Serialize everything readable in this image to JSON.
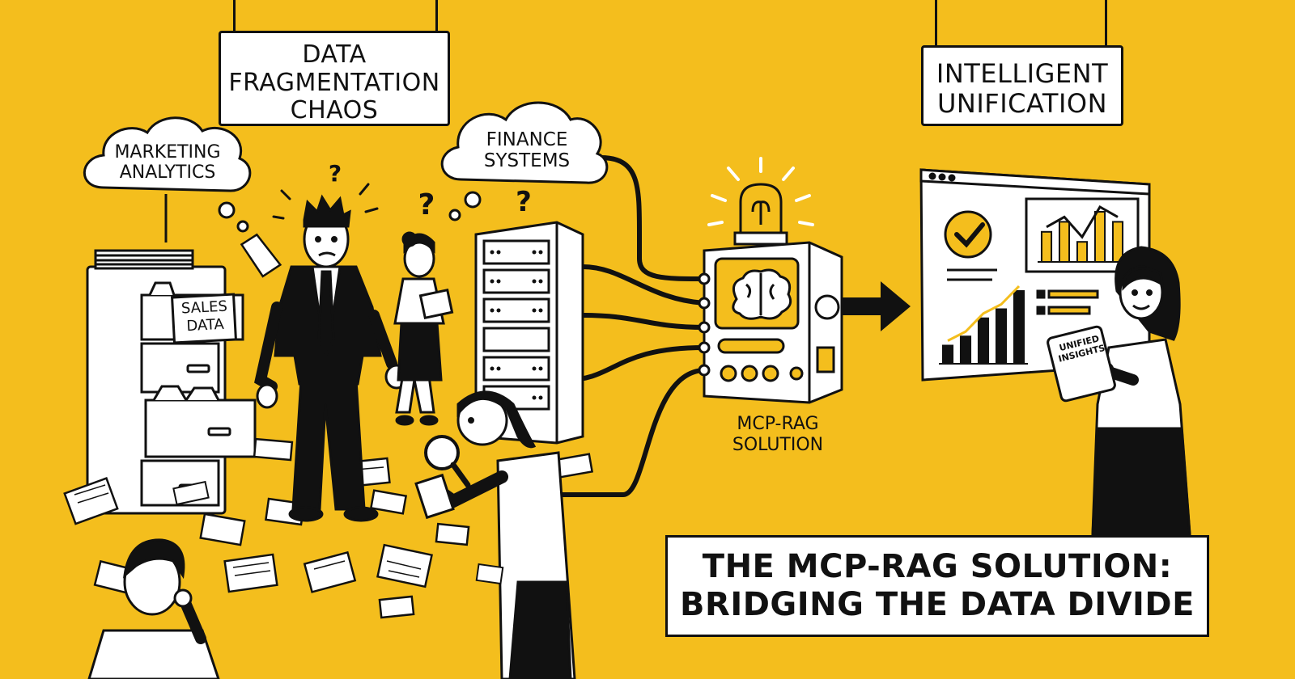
{
  "signs": {
    "problem": [
      "DATA",
      "FRAGMENTATION",
      "CHAOS"
    ],
    "solution": [
      "INTELLIGENT",
      "UNIFICATION"
    ]
  },
  "clouds": {
    "marketing": [
      "MARKETING",
      "ANALYTICS"
    ],
    "finance": [
      "FINANCE",
      "SYSTEMS"
    ]
  },
  "cabinet_label": [
    "SALES",
    "DATA"
  ],
  "machine_label": [
    "MCP-RAG",
    "SOLUTION"
  ],
  "tablet_label": [
    "UNIFIED",
    "INSIGHTS"
  ],
  "confusion_marks": [
    "?",
    "?",
    "?"
  ],
  "title": [
    "THE MCP-RAG SOLUTION:",
    "BRIDGING THE DATA DIVIDE"
  ],
  "dashboard": {
    "bar_chart_values": [
      2,
      3,
      5,
      6,
      8
    ],
    "mini_chart_values": [
      3,
      4,
      2,
      5,
      4
    ]
  },
  "colors": {
    "background": "#f4be1d",
    "ink": "#111111",
    "paper": "#ffffff",
    "accent": "#f4be1d"
  },
  "icons": [
    "brain-icon",
    "lightbulb-icon",
    "checkmark-icon",
    "magnifying-glass-icon",
    "arrow-right-icon",
    "question-mark-icon"
  ]
}
